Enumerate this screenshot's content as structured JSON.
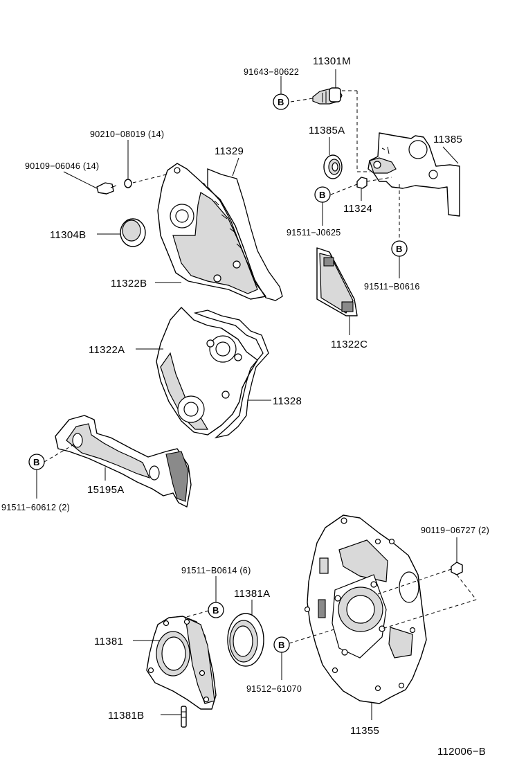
{
  "labels": {
    "p11301M": "11301M",
    "p91643_80622": "91643−80622",
    "p90210_08019": "90210−08019 (14)",
    "p90109_06046": "90109−06046 (14)",
    "p11329": "11329",
    "p11304B": "11304B",
    "p11322B": "11322B",
    "p11322A": "11322A",
    "p11328": "11328",
    "p15195A": "15195A",
    "p91511_60612": "91511−60612 (2)",
    "p11385A": "11385A",
    "p11385": "11385",
    "p11324": "11324",
    "p91511_J0625": "91511−J0625",
    "p91511_B0616": "91511−B0616",
    "p11322C": "11322C",
    "p90119_06727": "90119−06727 (2)",
    "p91511_B0614": "91511−B0614 (6)",
    "p11381A": "11381A",
    "p11381": "11381",
    "p11381B": "11381B",
    "p91512_61070": "91512−61070",
    "p11355": "11355",
    "diagram_id": "112006−B"
  },
  "markers": {
    "b": "B"
  }
}
